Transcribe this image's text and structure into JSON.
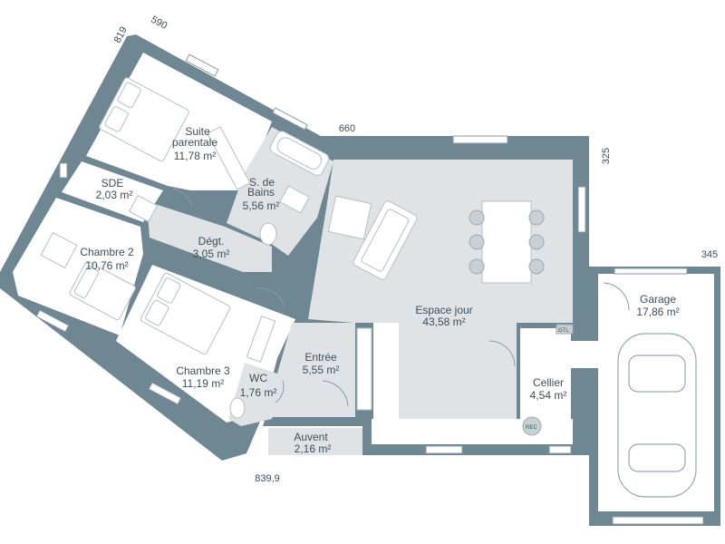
{
  "plan": {
    "accent_wall": "#6f8793",
    "living_fill": "#dfe3e6",
    "rooms": {
      "suite": {
        "name_line1": "Suite",
        "name_line2": "parentale",
        "area": "11,78 m²"
      },
      "sde": {
        "name": "SDE",
        "area": "2,03 m²"
      },
      "sdb": {
        "name_line1": "S. de",
        "name_line2": "Bains",
        "area": "5,56 m²"
      },
      "chambre2": {
        "name": "Chambre 2",
        "area": "10,76 m²"
      },
      "degt": {
        "name": "Dégt.",
        "area": "3,05 m²"
      },
      "chambre3": {
        "name": "Chambre 3",
        "area": "11,19 m²"
      },
      "wc": {
        "name": "WC",
        "area": "1,76 m²"
      },
      "entree": {
        "name": "Entrée",
        "area": "5,55 m²"
      },
      "auvent": {
        "name": "Auvent",
        "area": "2,16 m²"
      },
      "espace": {
        "name": "Espace jour",
        "area": "43,58 m²"
      },
      "cellier": {
        "name": "Cellier",
        "area": "4,54 m²"
      },
      "garage": {
        "name": "Garage",
        "area": "17,86 m²"
      }
    },
    "dimensions": {
      "d819": "819",
      "d590": "590",
      "d660": "660",
      "d325": "325",
      "d345": "345",
      "d8399": "839,9"
    },
    "tags": {
      "gtl": "GTL",
      "rec": "REC"
    }
  }
}
